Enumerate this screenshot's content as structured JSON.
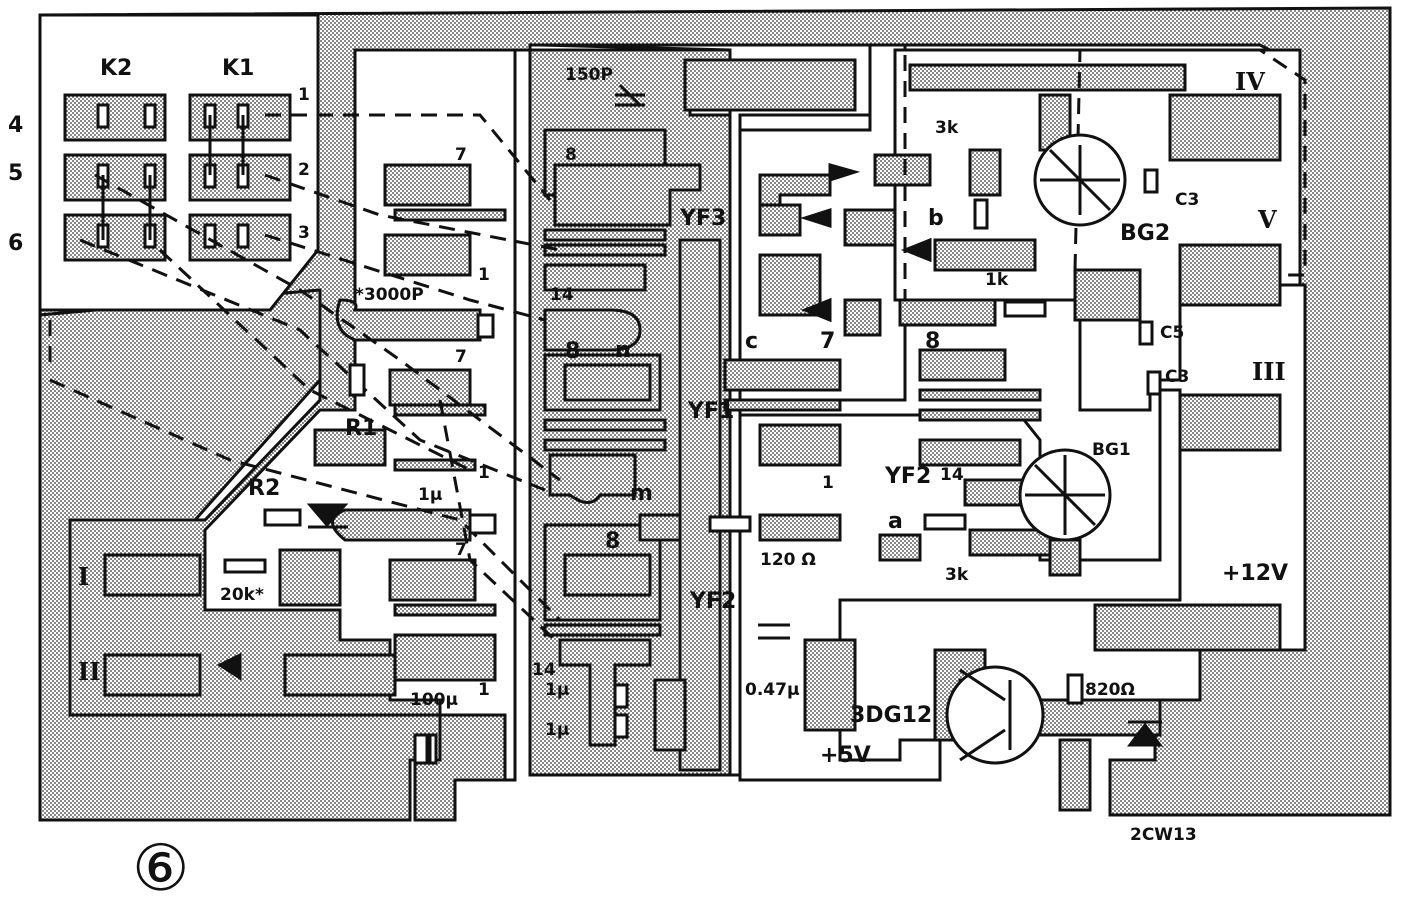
{
  "switches": {
    "k2": "K2",
    "k1": "K1"
  },
  "switch_rows": [
    "4",
    "5",
    "6"
  ],
  "switch_pins": [
    "1",
    "2",
    "3"
  ],
  "components": {
    "c_150p": "150P",
    "c_3000p": "*3000P",
    "r1": "R1",
    "r2": "R2",
    "r_20k": "20k*",
    "c_1u_a": "1μ",
    "c_100u": "100μ",
    "c_1u_b": "1μ",
    "c_1u_c": "1μ",
    "r_120": "120\nΩ",
    "c_047": "0.47μ",
    "r_3k_top": "3k",
    "r_1k": "1k",
    "r_3k_bot": "3k",
    "bg2": "BG2",
    "bg1": "BG1",
    "c3_top": "C3",
    "c5": "C5",
    "c3_mid": "C3",
    "t_3dg12": "3DG12",
    "r_820": "820Ω",
    "z_2cw13": "2CW13"
  },
  "ics": {
    "yf3": "YF3",
    "yf1": "YF1",
    "yf2_mid": "YF2",
    "yf2_right": "YF2"
  },
  "pins": {
    "p7a": "7",
    "p1a": "1",
    "p7b": "7",
    "p1b": "1",
    "p7c": "7",
    "p1c": "1",
    "p8a": "8",
    "p14a": "14",
    "pn": "n",
    "p8b": "8",
    "pm": "m",
    "p8c": "8",
    "p14b": "14",
    "pc": "c",
    "p7d": "7",
    "p1d": "1",
    "pb": "b",
    "p8d": "8",
    "p14c": "14",
    "pa": "a"
  },
  "terminals": {
    "t1": "I",
    "t2": "II",
    "t3": "III",
    "t4": "IV",
    "t5": "V"
  },
  "supplies": {
    "v12": "+12V",
    "v5": "+5V"
  },
  "figure_number": "⑥",
  "colors": {
    "ink": "#111111",
    "paper": "#ffffff"
  }
}
